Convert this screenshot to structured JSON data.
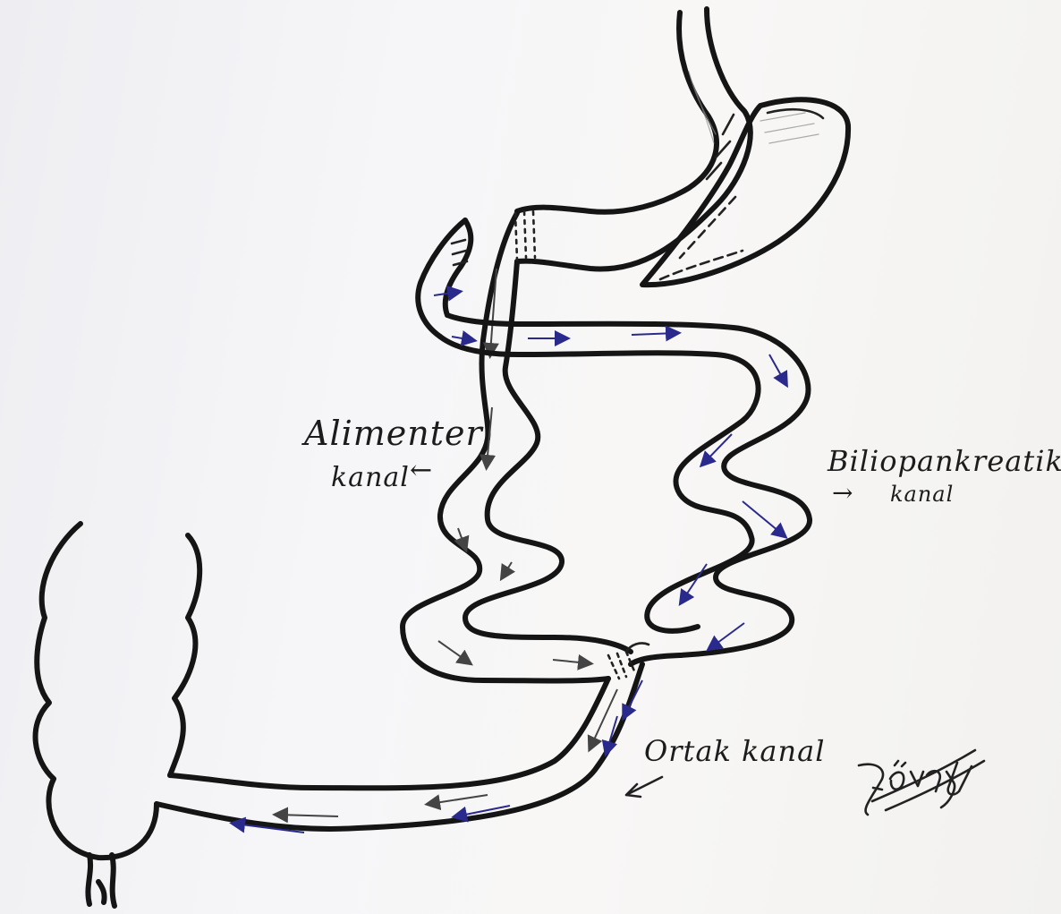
{
  "labels": {
    "alimenter_line1": "Alimenter",
    "alimenter_line2": "kanal",
    "alimenter_arrow": "←",
    "bilio_line1": "Biliopankreatik",
    "bilio_line2": "kanal",
    "bilio_arrow": "→",
    "ortak": "Ortak kanal"
  },
  "signature": "Y.Özyer",
  "colors": {
    "paper": "#f6f6f8",
    "ink": "#151515",
    "flow_alimentary": "#555555",
    "flow_biliopancreatic": "#2a2a8c"
  }
}
